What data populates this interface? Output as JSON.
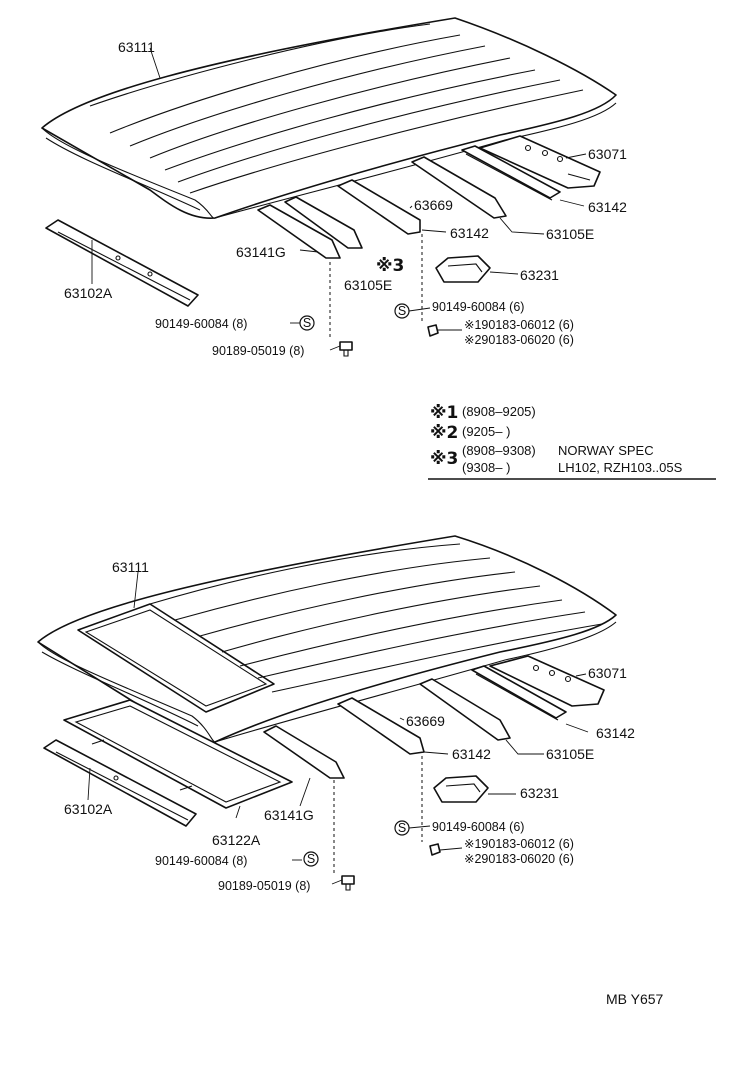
{
  "diagram": {
    "top": {
      "labels": {
        "roof_panel": "63111",
        "rear_rail_bracket": "63071",
        "roof_bow_rear": "63142",
        "roof_bow_front_rail": "63669",
        "roof_bow_mid": "63142",
        "roof_rail_outer": "63105E",
        "front_rail": "63141G",
        "marked_rail_mark": "※3",
        "marked_rail": "63105E",
        "header_strip": "63102A",
        "clip": "63231",
        "screw_front": "90149-60084 (8)",
        "bolt_front": "90189-05019 (8)",
        "screw_rear": "90149-60084 (6)",
        "nut1": "※190183-06012 (6)",
        "nut2": "※290183-06020 (6)"
      }
    },
    "legend": {
      "rows": [
        {
          "mark": "※1",
          "text": "(8908–9205)",
          "note": ""
        },
        {
          "mark": "※2",
          "text": "(9205–          )",
          "note": ""
        },
        {
          "mark": "※3",
          "text": "(8908–9308)",
          "note": "NORWAY  SPEC"
        },
        {
          "mark": "",
          "text": "(9308–          )",
          "note": "LH102, RZH103..05S"
        }
      ]
    },
    "bottom": {
      "labels": {
        "roof_panel": "63111",
        "rear_rail_bracket": "63071",
        "roof_bow_rear": "63142",
        "roof_bow_front_rail": "63669",
        "roof_bow_mid": "63142",
        "roof_rail_outer": "63105E",
        "front_rail": "63141G",
        "header_strip": "63102A",
        "sunroof_frame": "63122A",
        "clip": "63231",
        "screw_front": "90149-60084 (8)",
        "bolt_front": "90189-05019 (8)",
        "screw_rear": "90149-60084 (6)",
        "nut1": "※190183-06012 (6)",
        "nut2": "※290183-06020 (6)"
      }
    },
    "footer_code": "MB  Y657",
    "screw_symbol": "S"
  }
}
